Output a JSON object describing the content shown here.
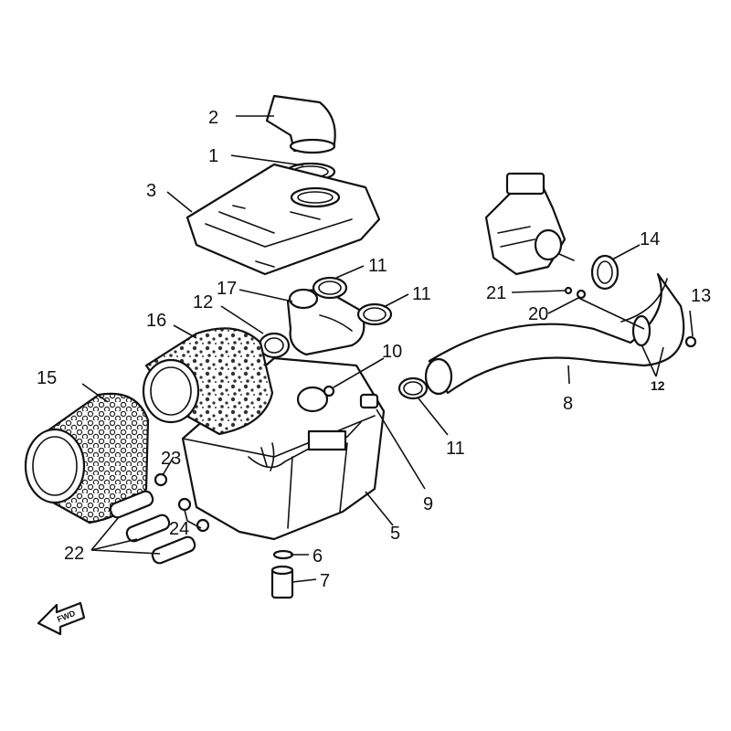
{
  "diagram": {
    "callouts": {
      "c1": "1",
      "c2": "2",
      "c3": "3",
      "c5": "5",
      "c6": "6",
      "c7": "7",
      "c8": "8",
      "c9": "9",
      "c10": "10",
      "c11a": "11",
      "c11b": "11",
      "c11c": "11",
      "c12a": "12",
      "c12b": "12",
      "c13": "13",
      "c14": "14",
      "c15": "15",
      "c16": "16",
      "c17": "17",
      "c20": "20",
      "c21": "21",
      "c22": "22",
      "c23": "23",
      "c24": "24"
    },
    "fwd_label": "FWD"
  }
}
